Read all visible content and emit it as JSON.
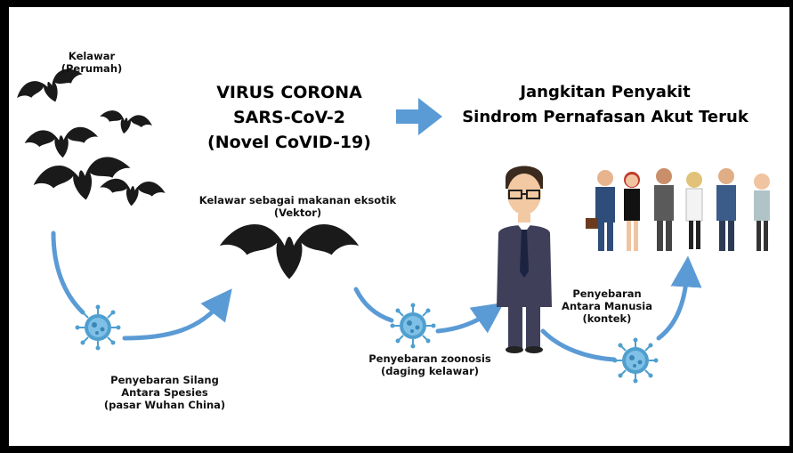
{
  "labels": {
    "bat_host": [
      "Kelawar",
      "(Perumah)"
    ],
    "virus_title": [
      "VIRUS CORONA",
      "SARS-CoV-2",
      "(Novel CoVID-19)"
    ],
    "disease_title": [
      "Jangkitan Penyakit",
      "Sindrom Pernafasan Akut Teruk"
    ],
    "vector": [
      "Kelawar sebagai makanan eksotik",
      "(Vektor)"
    ],
    "cross_species": [
      "Penyebaran Silang",
      "Antara Spesies",
      "(pasar Wuhan China)"
    ],
    "zoonosis": [
      "Penyebaran zoonosis",
      "(daging kelawar)"
    ],
    "human_to_human": [
      "Penyebaran",
      "Antara Manusia",
      "(kontek)"
    ]
  },
  "colors": {
    "arrow": "#5b9bd5",
    "virus": "#4f9fcf",
    "bat": "#1a1a1a",
    "frame": "#000000"
  },
  "icons": [
    "bat-icon",
    "virus-icon",
    "businessman-icon",
    "people-group-icon",
    "right-arrow-icon"
  ]
}
